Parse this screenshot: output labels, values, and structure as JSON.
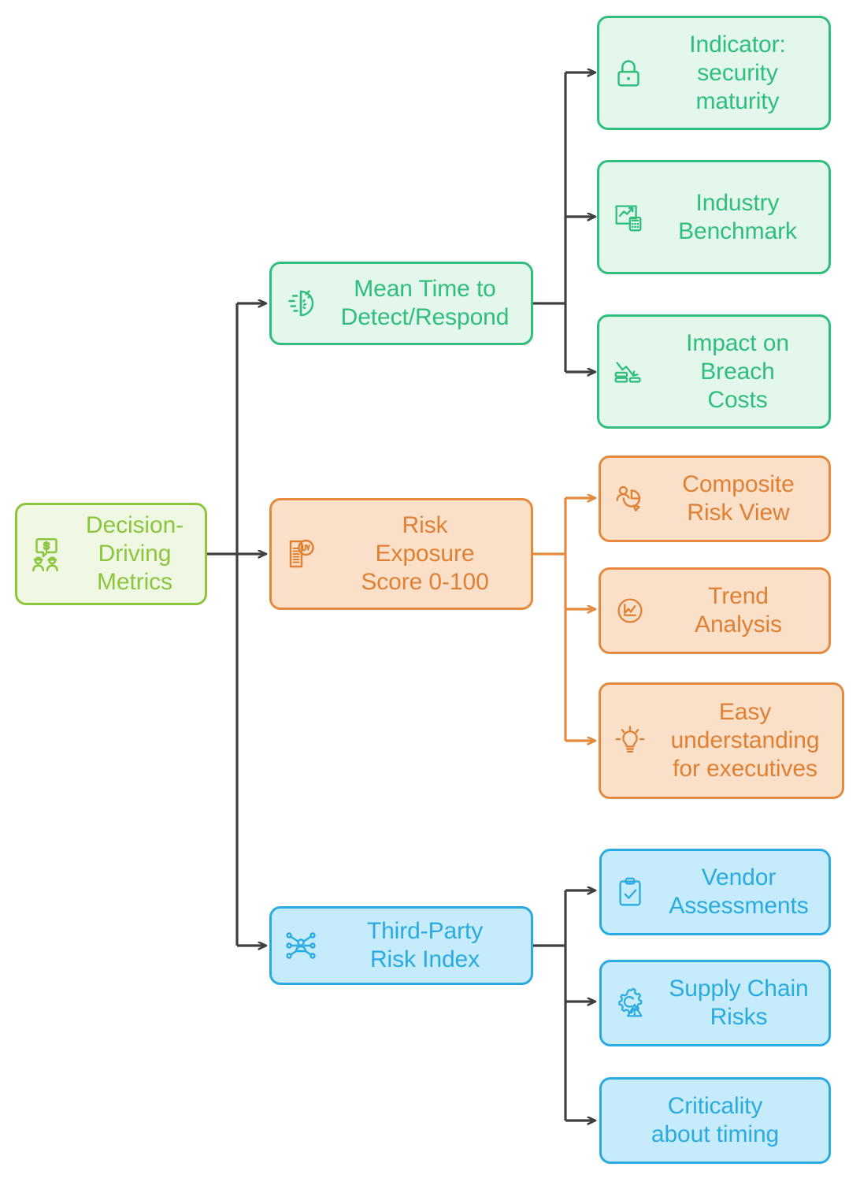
{
  "diagram": {
    "type": "mind-map",
    "title": "Decision-Driving Metrics",
    "orientation": "left-to-right",
    "colors": {
      "root_stroke": "#8CC63E",
      "root_fill": "#F0F7E2",
      "green_stroke": "#2FBE7E",
      "green_fill": "#E3F7EC",
      "orange_stroke": "#E58A3C",
      "orange_fill": "#FAE0C8",
      "blue_stroke": "#29ABE2",
      "blue_fill": "#C6EBFA",
      "connector_default": "#3F3F3F",
      "connector_orange": "#E58A3C",
      "background": "#FFFFFF"
    }
  },
  "root": {
    "label": "Decision-\nDriving\nMetrics",
    "icon": "people-dollar-speech-bubble-icon"
  },
  "branches": [
    {
      "id": "mttdr",
      "color": "green",
      "label": "Mean Time to\nDetect/Respond",
      "icon": "stopwatch-speed-icon",
      "connector_color": "#3F3F3F",
      "children": [
        {
          "id": "security-maturity",
          "label": "Indicator:\nsecurity\nmaturity",
          "icon": "lock-icon"
        },
        {
          "id": "industry-benchmark",
          "label": "Industry\nBenchmark",
          "icon": "chart-calculator-icon"
        },
        {
          "id": "breach-costs",
          "label": "Impact on\nBreach\nCosts",
          "icon": "declining-cost-coins-icon"
        }
      ]
    },
    {
      "id": "risk-exposure",
      "color": "orange",
      "label": "Risk\nExposure\nScore 0-100",
      "icon": "document-uv-badge-icon",
      "connector_color": "#E58A3C",
      "children": [
        {
          "id": "composite-risk-view",
          "label": "Composite\nRisk View",
          "icon": "person-pie-chart-icon"
        },
        {
          "id": "trend-analysis",
          "label": "Trend\nAnalysis",
          "icon": "circle-line-chart-icon"
        },
        {
          "id": "easy-understanding",
          "label": "Easy\nunderstanding\nfor executives",
          "icon": "lightbulb-icon"
        }
      ]
    },
    {
      "id": "third-party-risk",
      "color": "blue",
      "label": "Third-Party\nRisk Index",
      "icon": "network-people-nodes-icon",
      "connector_color": "#3F3F3F",
      "children": [
        {
          "id": "vendor-assessments",
          "label": "Vendor\nAssessments",
          "icon": "clipboard-check-icon"
        },
        {
          "id": "supply-chain-risks",
          "label": "Supply Chain\nRisks",
          "icon": "gear-warning-icon"
        },
        {
          "id": "criticality-timing",
          "label": "Criticality\nabout timing",
          "icon": "none"
        }
      ]
    }
  ]
}
